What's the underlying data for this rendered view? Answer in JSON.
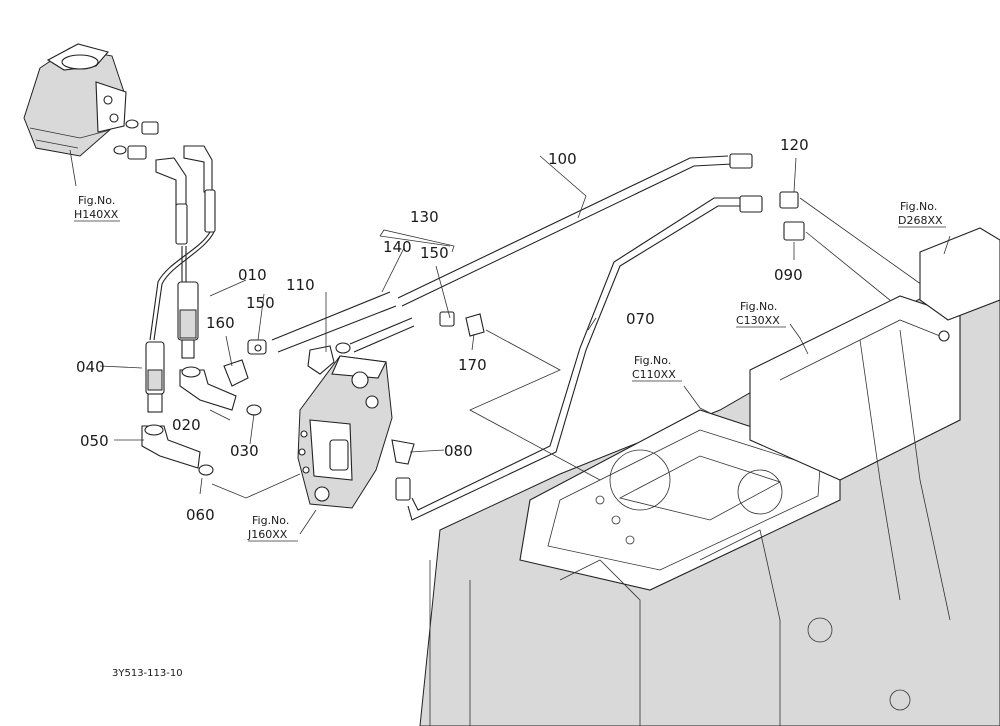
{
  "diagram": {
    "part_labels": [
      "100",
      "120",
      "130",
      "140",
      "150",
      "090",
      "010",
      "110",
      "150",
      "160",
      "070",
      "040",
      "020",
      "030",
      "170",
      "050",
      "080",
      "060"
    ],
    "figure_refs": [
      {
        "line1": "Fig.No.",
        "line2": "H140XX"
      },
      {
        "line1": "Fig.No.",
        "line2": "D268XX"
      },
      {
        "line1": "Fig.No.",
        "line2": "C130XX"
      },
      {
        "line1": "Fig.No.",
        "line2": "C110XX"
      },
      {
        "line1": "Fig.No.",
        "line2": "J160XX"
      }
    ],
    "drawing_code": "3Y513-113-10"
  }
}
